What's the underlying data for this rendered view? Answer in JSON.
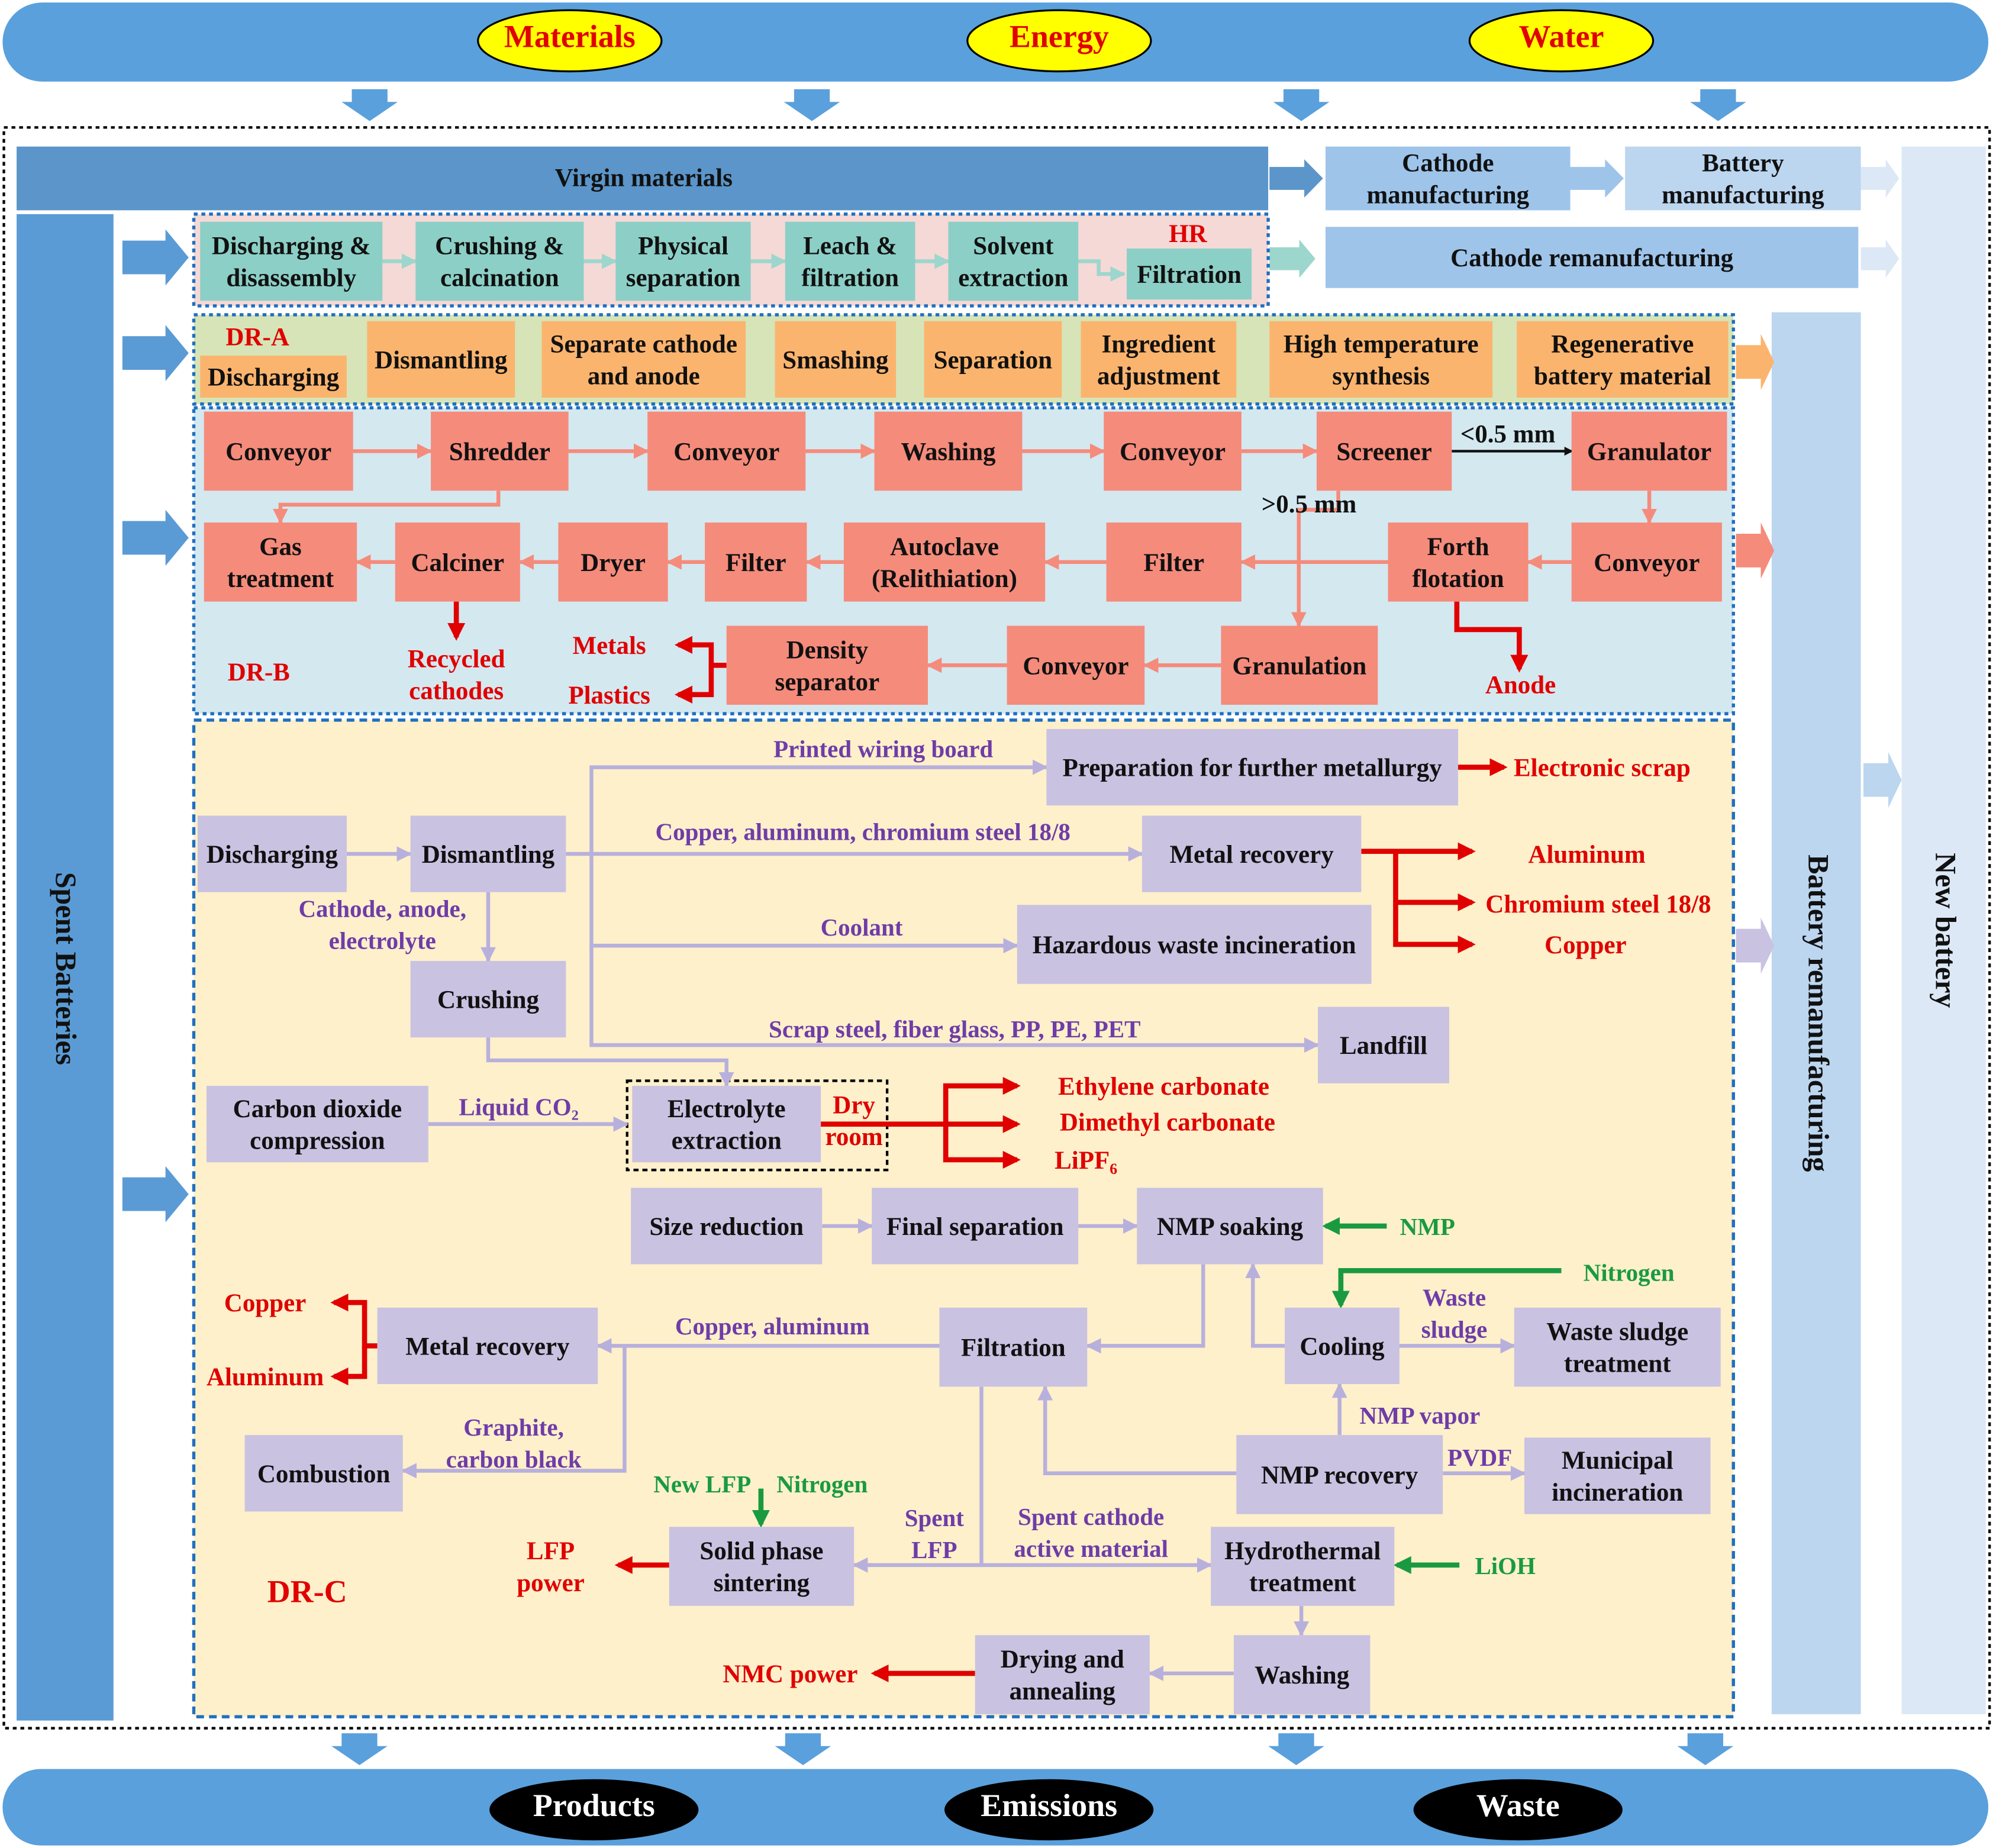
{
  "top_banner": {
    "items": [
      "Materials",
      "Energy",
      "Water"
    ]
  },
  "bottom_banner": {
    "items": [
      "Products",
      "Emissions",
      "Waste"
    ]
  },
  "side": {
    "spent_batteries": "Spent Batteries",
    "battery_remanufacturing": "Battery remanufacturing",
    "new_battery": "New battery"
  },
  "top_row": {
    "virgin": "Virgin materials",
    "cathode_mfg": [
      "Cathode",
      "manufacturing"
    ],
    "battery_mfg": [
      "Battery",
      "manufacturing"
    ],
    "cathode_reman": "Cathode remanufacturing"
  },
  "hr": {
    "label": "HR",
    "steps": [
      [
        "Discharging &",
        "disassembly"
      ],
      [
        "Crushing &",
        "calcination"
      ],
      [
        "Physical",
        "separation"
      ],
      [
        "Leach &",
        "filtration"
      ],
      [
        "Solvent",
        "extraction"
      ],
      [
        "Filtration"
      ]
    ]
  },
  "dra": {
    "label": "DR-A",
    "steps": [
      [
        "Discharging"
      ],
      [
        "Dismantling"
      ],
      [
        "Separate cathode",
        "and anode"
      ],
      [
        "Smashing"
      ],
      [
        "Separation"
      ],
      [
        "Ingredient",
        "adjustment"
      ],
      [
        "High temperature",
        "synthesis"
      ],
      [
        "Regenerative",
        "battery material"
      ]
    ]
  },
  "drb": {
    "label": "DR-B",
    "boxes": [
      [
        "Conveyor"
      ],
      [
        "Shredder"
      ],
      [
        "Conveyor"
      ],
      [
        "Washing"
      ],
      [
        "Conveyor"
      ],
      [
        "Screener"
      ],
      [
        "Granulator"
      ],
      [
        "Gas",
        "treatment"
      ],
      [
        "Calciner"
      ],
      [
        "Dryer"
      ],
      [
        "Filter"
      ],
      [
        "Autoclave",
        "(Relithiation)"
      ],
      [
        "Filter"
      ],
      [
        "Forth",
        "flotation"
      ],
      [
        "Conveyor"
      ],
      [
        "Density",
        "separator"
      ],
      [
        "Conveyor"
      ],
      [
        "Granulation"
      ]
    ],
    "labels": [
      "<0.5 mm",
      ">0.5 mm"
    ],
    "outputs": [
      [
        "Recycled",
        "cathodes"
      ],
      [
        "Metals"
      ],
      [
        "Plastics"
      ],
      [
        "Anode"
      ]
    ]
  },
  "drc": {
    "label": "DR-C",
    "boxes": [
      [
        "Preparation for further metallurgy"
      ],
      [
        "Discharging"
      ],
      [
        "Dismantling"
      ],
      [
        "Metal recovery"
      ],
      [
        "Hazardous waste incineration"
      ],
      [
        "Crushing"
      ],
      [
        "Landfill"
      ],
      [
        "Carbon dioxide",
        "compression"
      ],
      [
        "Electrolyte",
        "extraction"
      ],
      [
        "Size reduction"
      ],
      [
        "Final separation"
      ],
      [
        "NMP soaking"
      ],
      [
        "Metal recovery"
      ],
      [
        "Filtration"
      ],
      [
        "Cooling"
      ],
      [
        "Waste sludge",
        "treatment"
      ],
      [
        "Combustion"
      ],
      [
        "NMP recovery"
      ],
      [
        "Municipal",
        "incineration"
      ],
      [
        "Solid phase",
        "sintering"
      ],
      [
        "Hydrothermal",
        "treatment"
      ],
      [
        "Drying and",
        "annealing"
      ],
      [
        "Washing"
      ]
    ],
    "dry_room": [
      "Dry",
      "room"
    ],
    "purple": [
      [
        "Printed wiring board"
      ],
      [
        "Copper, aluminum, chromium steel 18/8"
      ],
      [
        "Cathode, anode,",
        "electrolyte"
      ],
      [
        "Coolant"
      ],
      [
        "Scrap steel, fiber glass, PP, PE, PET"
      ],
      [
        "Liquid CO₂"
      ],
      [
        "Copper, aluminum"
      ],
      [
        "Waste",
        "sludge"
      ],
      [
        "Graphite,",
        "carbon black"
      ],
      [
        "NMP vapor"
      ],
      [
        "PVDF"
      ],
      [
        "Spent",
        "LFP"
      ],
      [
        "Spent cathode",
        "active material"
      ]
    ],
    "red": [
      [
        "Electronic scrap"
      ],
      [
        "Aluminum"
      ],
      [
        "Chromium steel 18/8"
      ],
      [
        "Copper"
      ],
      [
        "Ethylene carbonate"
      ],
      [
        "Dimethyl carbonate"
      ],
      [
        "LiPF₆"
      ],
      [
        "Copper"
      ],
      [
        "Aluminum"
      ],
      [
        "LFP",
        "power"
      ],
      [
        "NMC power"
      ]
    ],
    "green": [
      [
        "NMP"
      ],
      [
        "Nitrogen"
      ],
      [
        "New LFP"
      ],
      [
        "Nitrogen"
      ],
      [
        "LiOH"
      ]
    ]
  },
  "colors": {
    "blue": "#5aa0dc",
    "hr": "#8ccfc6",
    "dra": "#fbb46e",
    "drb": "#f58b7b",
    "drc": "#c9c2e1",
    "red": "#e00000"
  }
}
